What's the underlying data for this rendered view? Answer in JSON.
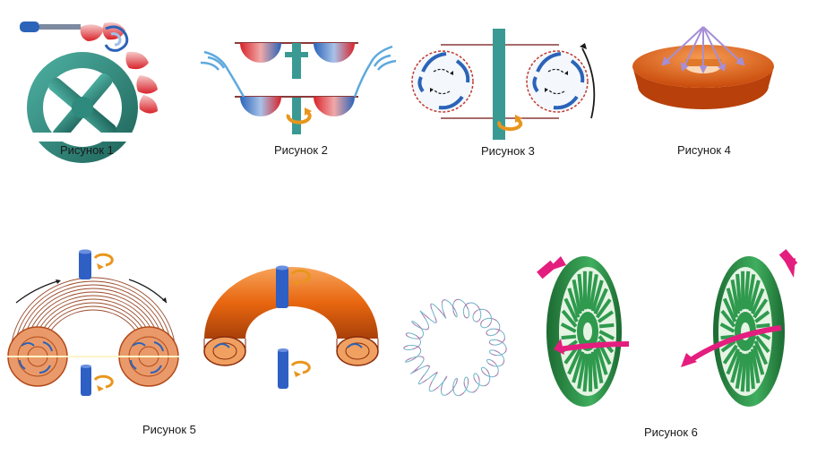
{
  "captions": {
    "fig1": "Рисунок 1",
    "fig2": "Рисунок 2",
    "fig3": "Рисунок 3",
    "fig4": "Рисунок 4",
    "fig5": "Рисунок 5",
    "fig6": "Рисунок 6"
  },
  "colors": {
    "wheel_teal": "#2e8a7c",
    "water_blue": "#2b63b8",
    "bucket_red": "#d8232a",
    "shaft_teal": "#3a9a93",
    "orange_arrow": "#e8961c",
    "torus_orange": "#e8660f",
    "magenta_arrow": "#e41e7e",
    "turbine_green": "#2f9a4e",
    "shaft_blue": "#2e5fc4",
    "lavender_arrow": "#a58fd6"
  }
}
